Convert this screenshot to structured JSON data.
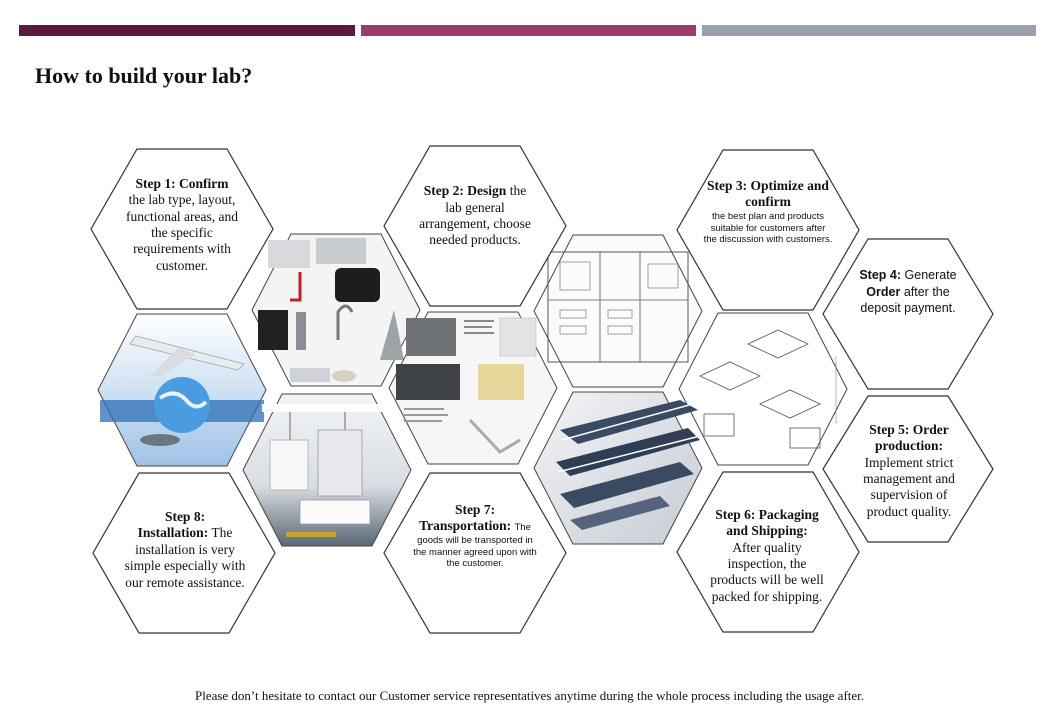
{
  "page_title": "How to build your lab?",
  "steps": {
    "s1": {
      "head": "Step 1: Confirm",
      "body": "the lab type, layout, functional areas, and the specific requirements with customer."
    },
    "s2": {
      "head": "Step 2: Design",
      "body_inline": "the",
      "body": "lab general arrangement, choose needed products."
    },
    "s3": {
      "head": "Step 3: Optimize and confirm",
      "body": "the best plan and products suitable for customers after the discussion with customers."
    },
    "s4": {
      "head": "Step 4:",
      "head_rest": "Generate",
      "body_bold": "Order",
      "body": "after the deposit payment."
    },
    "s5": {
      "head": "Step 5: Order production:",
      "body": "Implement strict management and supervision of product quality."
    },
    "s6": {
      "head": "Step 6: Packaging and Shipping:",
      "body": "After quality inspection, the products will be well packed for shipping."
    },
    "s7": {
      "head": "Step 7: Transportation:",
      "body_inline": "The",
      "body": "goods will be transported in the manner agreed upon with the customer."
    },
    "s8": {
      "head": "Step 8: Installation:",
      "body_inline": "The",
      "body": "installation is very simple especially with our remote assistance."
    }
  },
  "images": [
    {
      "id": "lab-fittings-photo",
      "icon": "lab-fittings-image"
    },
    {
      "id": "plane-globe-photo",
      "icon": "logistics-image"
    },
    {
      "id": "lab-interior-photo",
      "icon": "lab-interior-image"
    },
    {
      "id": "product-sheet-photo",
      "icon": "product-sheet-image"
    },
    {
      "id": "floor-plan-drawing",
      "icon": "floor-plan-image"
    },
    {
      "id": "furniture-3d-drawing",
      "icon": "furniture-drawing-image"
    },
    {
      "id": "lab-render-photo",
      "icon": "lab-render-image"
    }
  ],
  "footer": "Please don’t hesitate to contact our Customer service representatives anytime during the whole process including the usage after.",
  "colors": {
    "bar1": "#5b1a3d",
    "bar2": "#9c3b6c",
    "bar3": "#9aa0ac"
  }
}
